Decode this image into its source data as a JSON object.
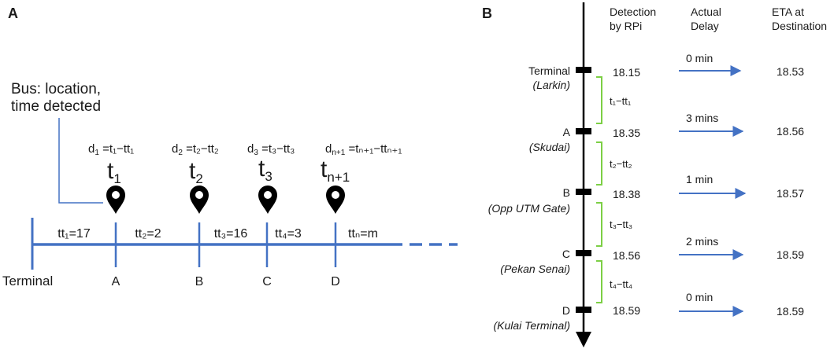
{
  "panel_a": {
    "label": "A",
    "callout": [
      "Bus: location,",
      "time detected"
    ],
    "stations": [
      {
        "label": "Terminal"
      },
      {
        "label": "A",
        "d_main": "d",
        "d_sub": "1",
        "d_rest": " =t₁−tt₁",
        "t_main": "t",
        "t_sub": "1"
      },
      {
        "label": "B",
        "d_main": "d",
        "d_sub": "2",
        "d_rest": " =t₂−tt₂",
        "t_main": "t",
        "t_sub": "2"
      },
      {
        "label": "C",
        "d_main": "d",
        "d_sub": "3",
        "d_rest": " =t₃−tt₃",
        "t_main": "t",
        "t_sub": "3"
      },
      {
        "label": "D",
        "d_main": "d",
        "d_sub": "n+1",
        "d_rest": " =tₙ₊₁−ttₙ₊₁",
        "t_main": "t",
        "t_sub": "n+1"
      }
    ],
    "segments": [
      "tt₁=17",
      "tt₂=2",
      "tt₃=16",
      "tt₄=3",
      "ttₙ=m"
    ],
    "colors": {
      "line": "#4472c4",
      "pin": "#000000"
    },
    "icons": {
      "marker": "map-pin-icon"
    }
  },
  "panel_b": {
    "label": "B",
    "headers": [
      [
        "Detection",
        "by RPi"
      ],
      [
        "Actual",
        "Delay"
      ],
      [
        "ETA at",
        "Destination"
      ]
    ],
    "stops": [
      {
        "code": "Terminal",
        "name": "(Larkin)",
        "detection": "18.15",
        "delay": "0 min",
        "eta": "18.53"
      },
      {
        "code": "A",
        "name": "(Skudai)",
        "detection": "18.35",
        "delay": "3 mins",
        "eta": "18.56"
      },
      {
        "code": "B",
        "name": "(Opp UTM Gate)",
        "detection": "18.38",
        "delay": "1 min",
        "eta": "18.57"
      },
      {
        "code": "C",
        "name": "(Pekan Senai)",
        "detection": "18.56",
        "delay": "2 mins",
        "eta": "18.59"
      },
      {
        "code": "D",
        "name": "(Kulai Terminal)",
        "detection": "18.59",
        "delay": "0 min",
        "eta": "18.59"
      }
    ],
    "intervals": [
      "t₁−tt₁",
      "t₂−tt₂",
      "t₃−tt₃",
      "t₄−tt₄"
    ],
    "colors": {
      "timeline": "#000000",
      "brace": "#7ccf45",
      "arrow": "#4472c4"
    }
  }
}
